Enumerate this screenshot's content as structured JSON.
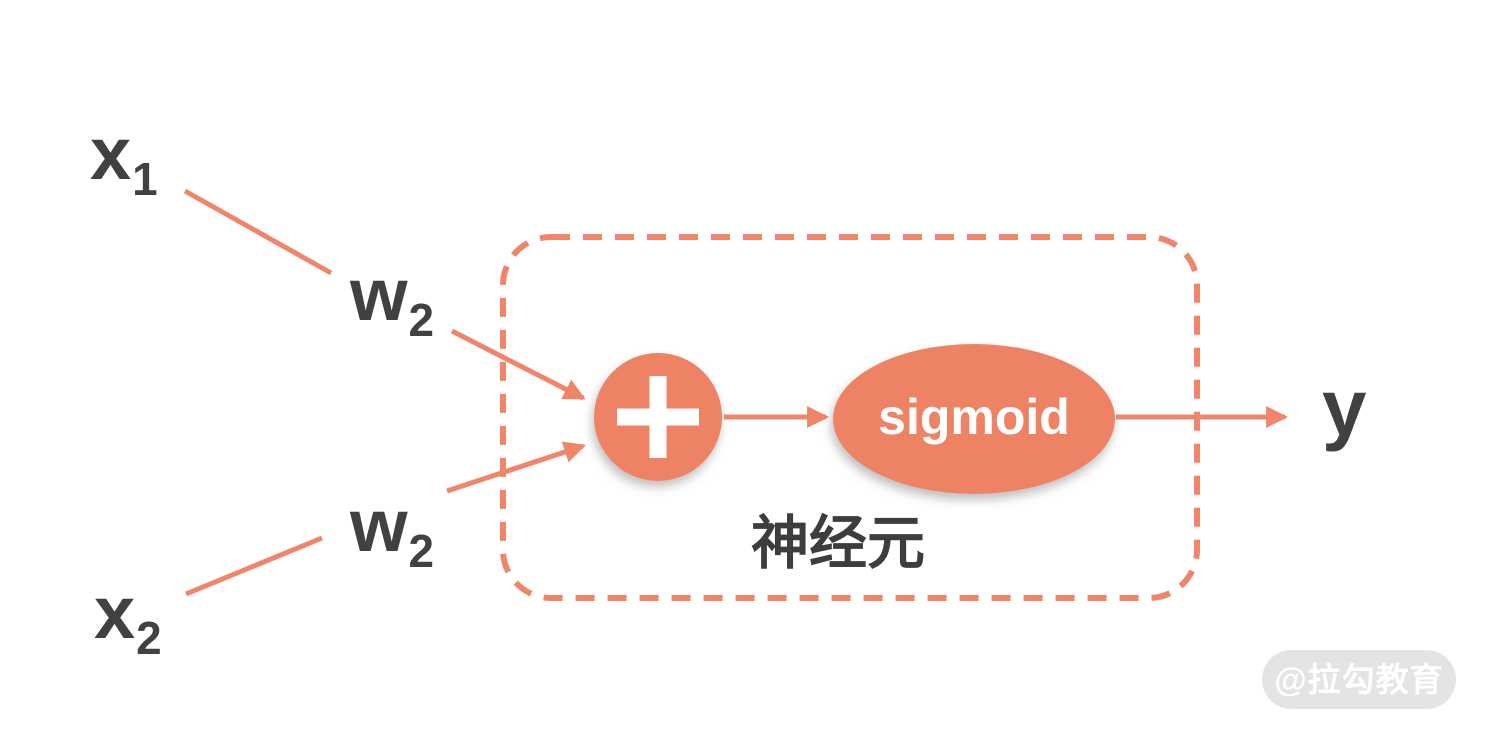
{
  "colors": {
    "node_fill": "#ee8265",
    "connector": "#f0856a",
    "label_text": "#414141",
    "node_text": "#ffffff",
    "watermark_bg": "#e4e4e4",
    "watermark_text": "#ffffff"
  },
  "diagram": {
    "inputs": [
      {
        "base": "x",
        "sub": "1"
      },
      {
        "base": "x",
        "sub": "2"
      }
    ],
    "weights": [
      {
        "base": "w",
        "sub": "2"
      },
      {
        "base": "w",
        "sub": "2"
      }
    ],
    "summation": {
      "symbol": "+"
    },
    "activation": {
      "label": "sigmoid"
    },
    "box_label": "神经元",
    "output": {
      "label": "y"
    },
    "watermark": {
      "label": "@拉勾教育"
    }
  }
}
